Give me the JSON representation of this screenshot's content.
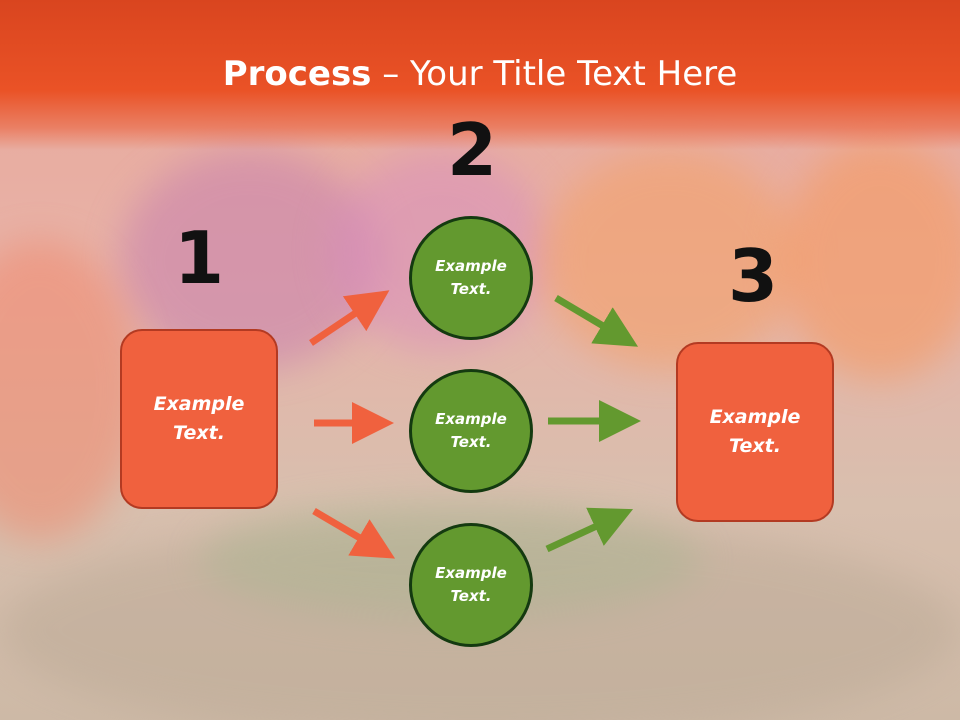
{
  "slide": {
    "title_bold": "Process",
    "title_rest": " – Your Title Text Here"
  },
  "steps": {
    "step1_number": "1",
    "step2_number": "2",
    "step3_number": "3"
  },
  "nodes": {
    "left_box": "Example Text.",
    "circle_top": "Example Text.",
    "circle_middle": "Example Text.",
    "circle_bottom": "Example Text.",
    "right_box": "Example Text."
  },
  "colors": {
    "header": "#e84f24",
    "box_fill": "#f0613e",
    "circle_fill": "#63992f",
    "orange_arrow": "#f0613e",
    "green_arrow": "#63992f"
  }
}
